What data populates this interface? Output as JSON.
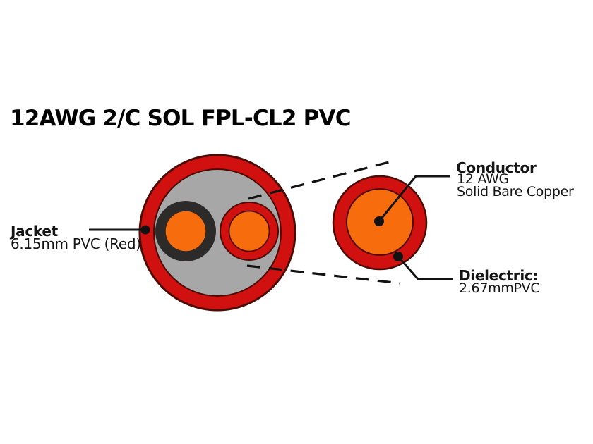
{
  "title": "12AWG 2/C SOL FPL-CL2 PVC",
  "labels": {
    "jacket": {
      "name": "Jacket",
      "spec": "6.15mm PVC (Red)"
    },
    "conductor": {
      "name": "Conductor",
      "gauge": "12 AWG",
      "material": "Solid Bare Copper"
    },
    "dielectric": {
      "name": "Dielectric:",
      "spec": "2.67mmPVC"
    }
  },
  "colors": {
    "jacket_red": "#d11110",
    "core_orange": "#f76c0d",
    "interior_gray": "#a7a7a7",
    "insulation_black": "#2d2a2a",
    "outline_dark": "#4c0c06",
    "line_black": "#121212",
    "background": "#ffffff"
  }
}
